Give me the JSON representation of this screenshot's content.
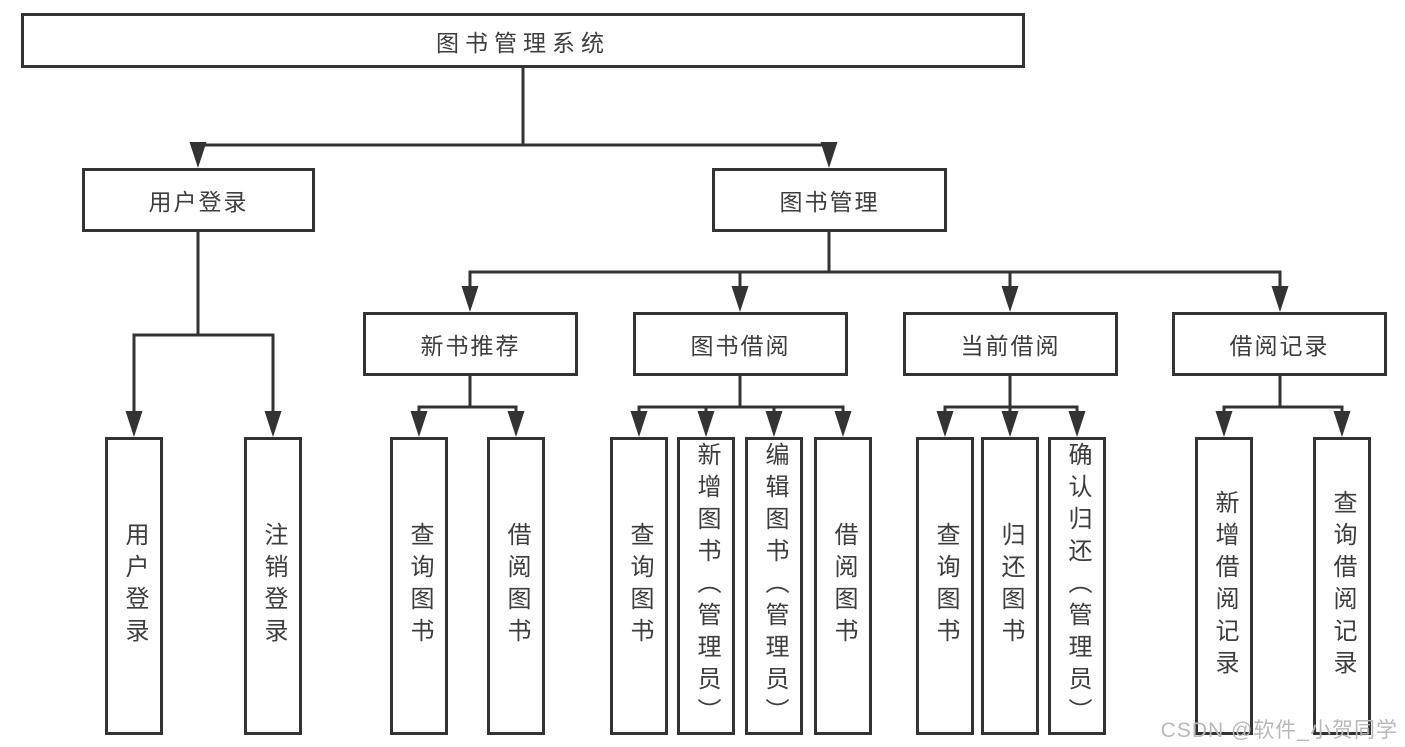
{
  "colors": {
    "line": "#333333",
    "box_border": "#333333",
    "text": "#3d3d3d",
    "watermark": "#b9b9b9",
    "background": "#ffffff"
  },
  "diagram": {
    "root": {
      "label": "图书管理系统"
    },
    "branches": [
      {
        "label": "用户登录",
        "children": [
          {
            "label": "用户登录"
          },
          {
            "label": "注销登录"
          }
        ]
      },
      {
        "label": "图书管理",
        "children": [
          {
            "label": "新书推荐",
            "children": [
              {
                "label": "查询图书"
              },
              {
                "label": "借阅图书"
              }
            ]
          },
          {
            "label": "图书借阅",
            "children": [
              {
                "label": "查询图书"
              },
              {
                "label": "新增图书（管理员）"
              },
              {
                "label": "编辑图书（管理员）"
              },
              {
                "label": "借阅图书"
              }
            ]
          },
          {
            "label": "当前借阅",
            "children": [
              {
                "label": "查询图书"
              },
              {
                "label": "归还图书"
              },
              {
                "label": "确认归还（管理员）"
              }
            ]
          },
          {
            "label": "借阅记录",
            "children": [
              {
                "label": "新增借阅记录"
              },
              {
                "label": "查询借阅记录"
              }
            ]
          }
        ]
      }
    ]
  },
  "watermark": {
    "text": "CSDN @软件_小贺同学"
  }
}
